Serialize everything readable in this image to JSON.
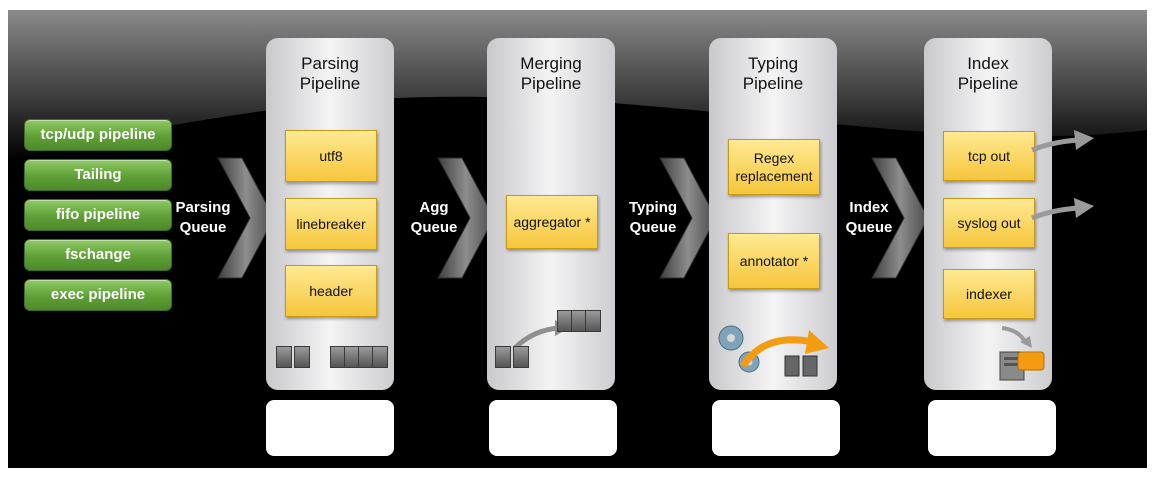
{
  "inputs": [
    {
      "label": "tcp/udp pipeline"
    },
    {
      "label": "Tailing"
    },
    {
      "label": "fifo pipeline"
    },
    {
      "label": "fschange"
    },
    {
      "label": "exec pipeline"
    }
  ],
  "queues": [
    {
      "line1": "Parsing",
      "line2": "Queue"
    },
    {
      "line1": "Agg",
      "line2": "Queue"
    },
    {
      "line1": "Typing",
      "line2": "Queue"
    },
    {
      "line1": "Index",
      "line2": "Queue"
    }
  ],
  "pipelines": [
    {
      "title1": "Parsing",
      "title2": "Pipeline",
      "stages": [
        {
          "lines": [
            "utf8"
          ]
        },
        {
          "lines": [
            "linebreaker"
          ]
        },
        {
          "lines": [
            "header"
          ]
        }
      ]
    },
    {
      "title1": "Merging",
      "title2": "Pipeline",
      "stages": [
        {
          "lines": [
            "aggregator *"
          ]
        }
      ]
    },
    {
      "title1": "Typing",
      "title2": "Pipeline",
      "stages": [
        {
          "lines": [
            "Regex",
            "replacement"
          ]
        },
        {
          "lines": [
            "annotator *"
          ]
        }
      ]
    },
    {
      "title1": "Index",
      "title2": "Pipeline",
      "stages": [
        {
          "lines": [
            "tcp out"
          ]
        },
        {
          "lines": [
            "syslog out"
          ]
        },
        {
          "lines": [
            "indexer"
          ]
        }
      ]
    }
  ],
  "colors": {
    "input_green": "#5f9f36",
    "stage_yellow": "#f6c63b",
    "arrow_orange": "#f39c12",
    "chevron_grey": "#6b6b6b"
  }
}
